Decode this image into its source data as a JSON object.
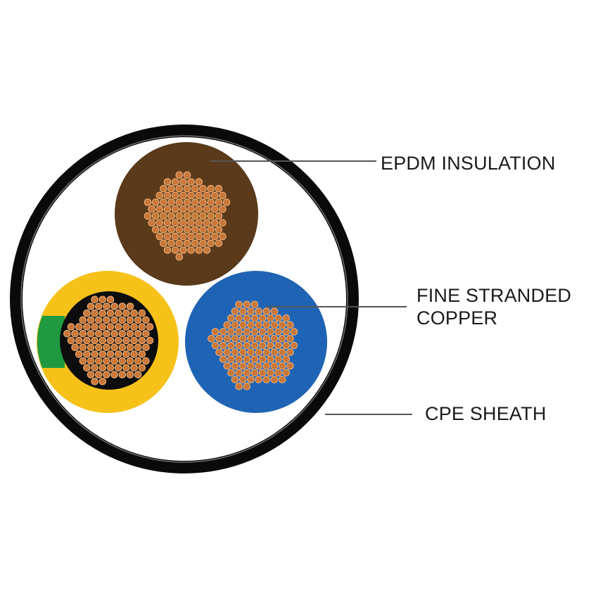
{
  "labels": {
    "insulation": "EPDM INSULATION",
    "copper_line1": "FINE STRANDED",
    "copper_line2": "COPPER",
    "sheath": "CPE SHEATH"
  },
  "colors": {
    "sheath": "#0a0a0a",
    "filler": "#ffffff",
    "brown_core": "#5a3a1a",
    "blue_core": "#1f64b4",
    "earth_yellow": "#f6c21a",
    "earth_green": "#1f9a40",
    "earth_inner": "#0d0d0d",
    "copper": "#c8783a",
    "copper_highlight": "#f0b27a",
    "leader_line": "#555555"
  },
  "icons": {
    "brown_core": "brown-core-icon",
    "blue_core": "blue-core-icon",
    "earth_core": "earth-core-icon",
    "copper_strands": "copper-strands-icon"
  }
}
